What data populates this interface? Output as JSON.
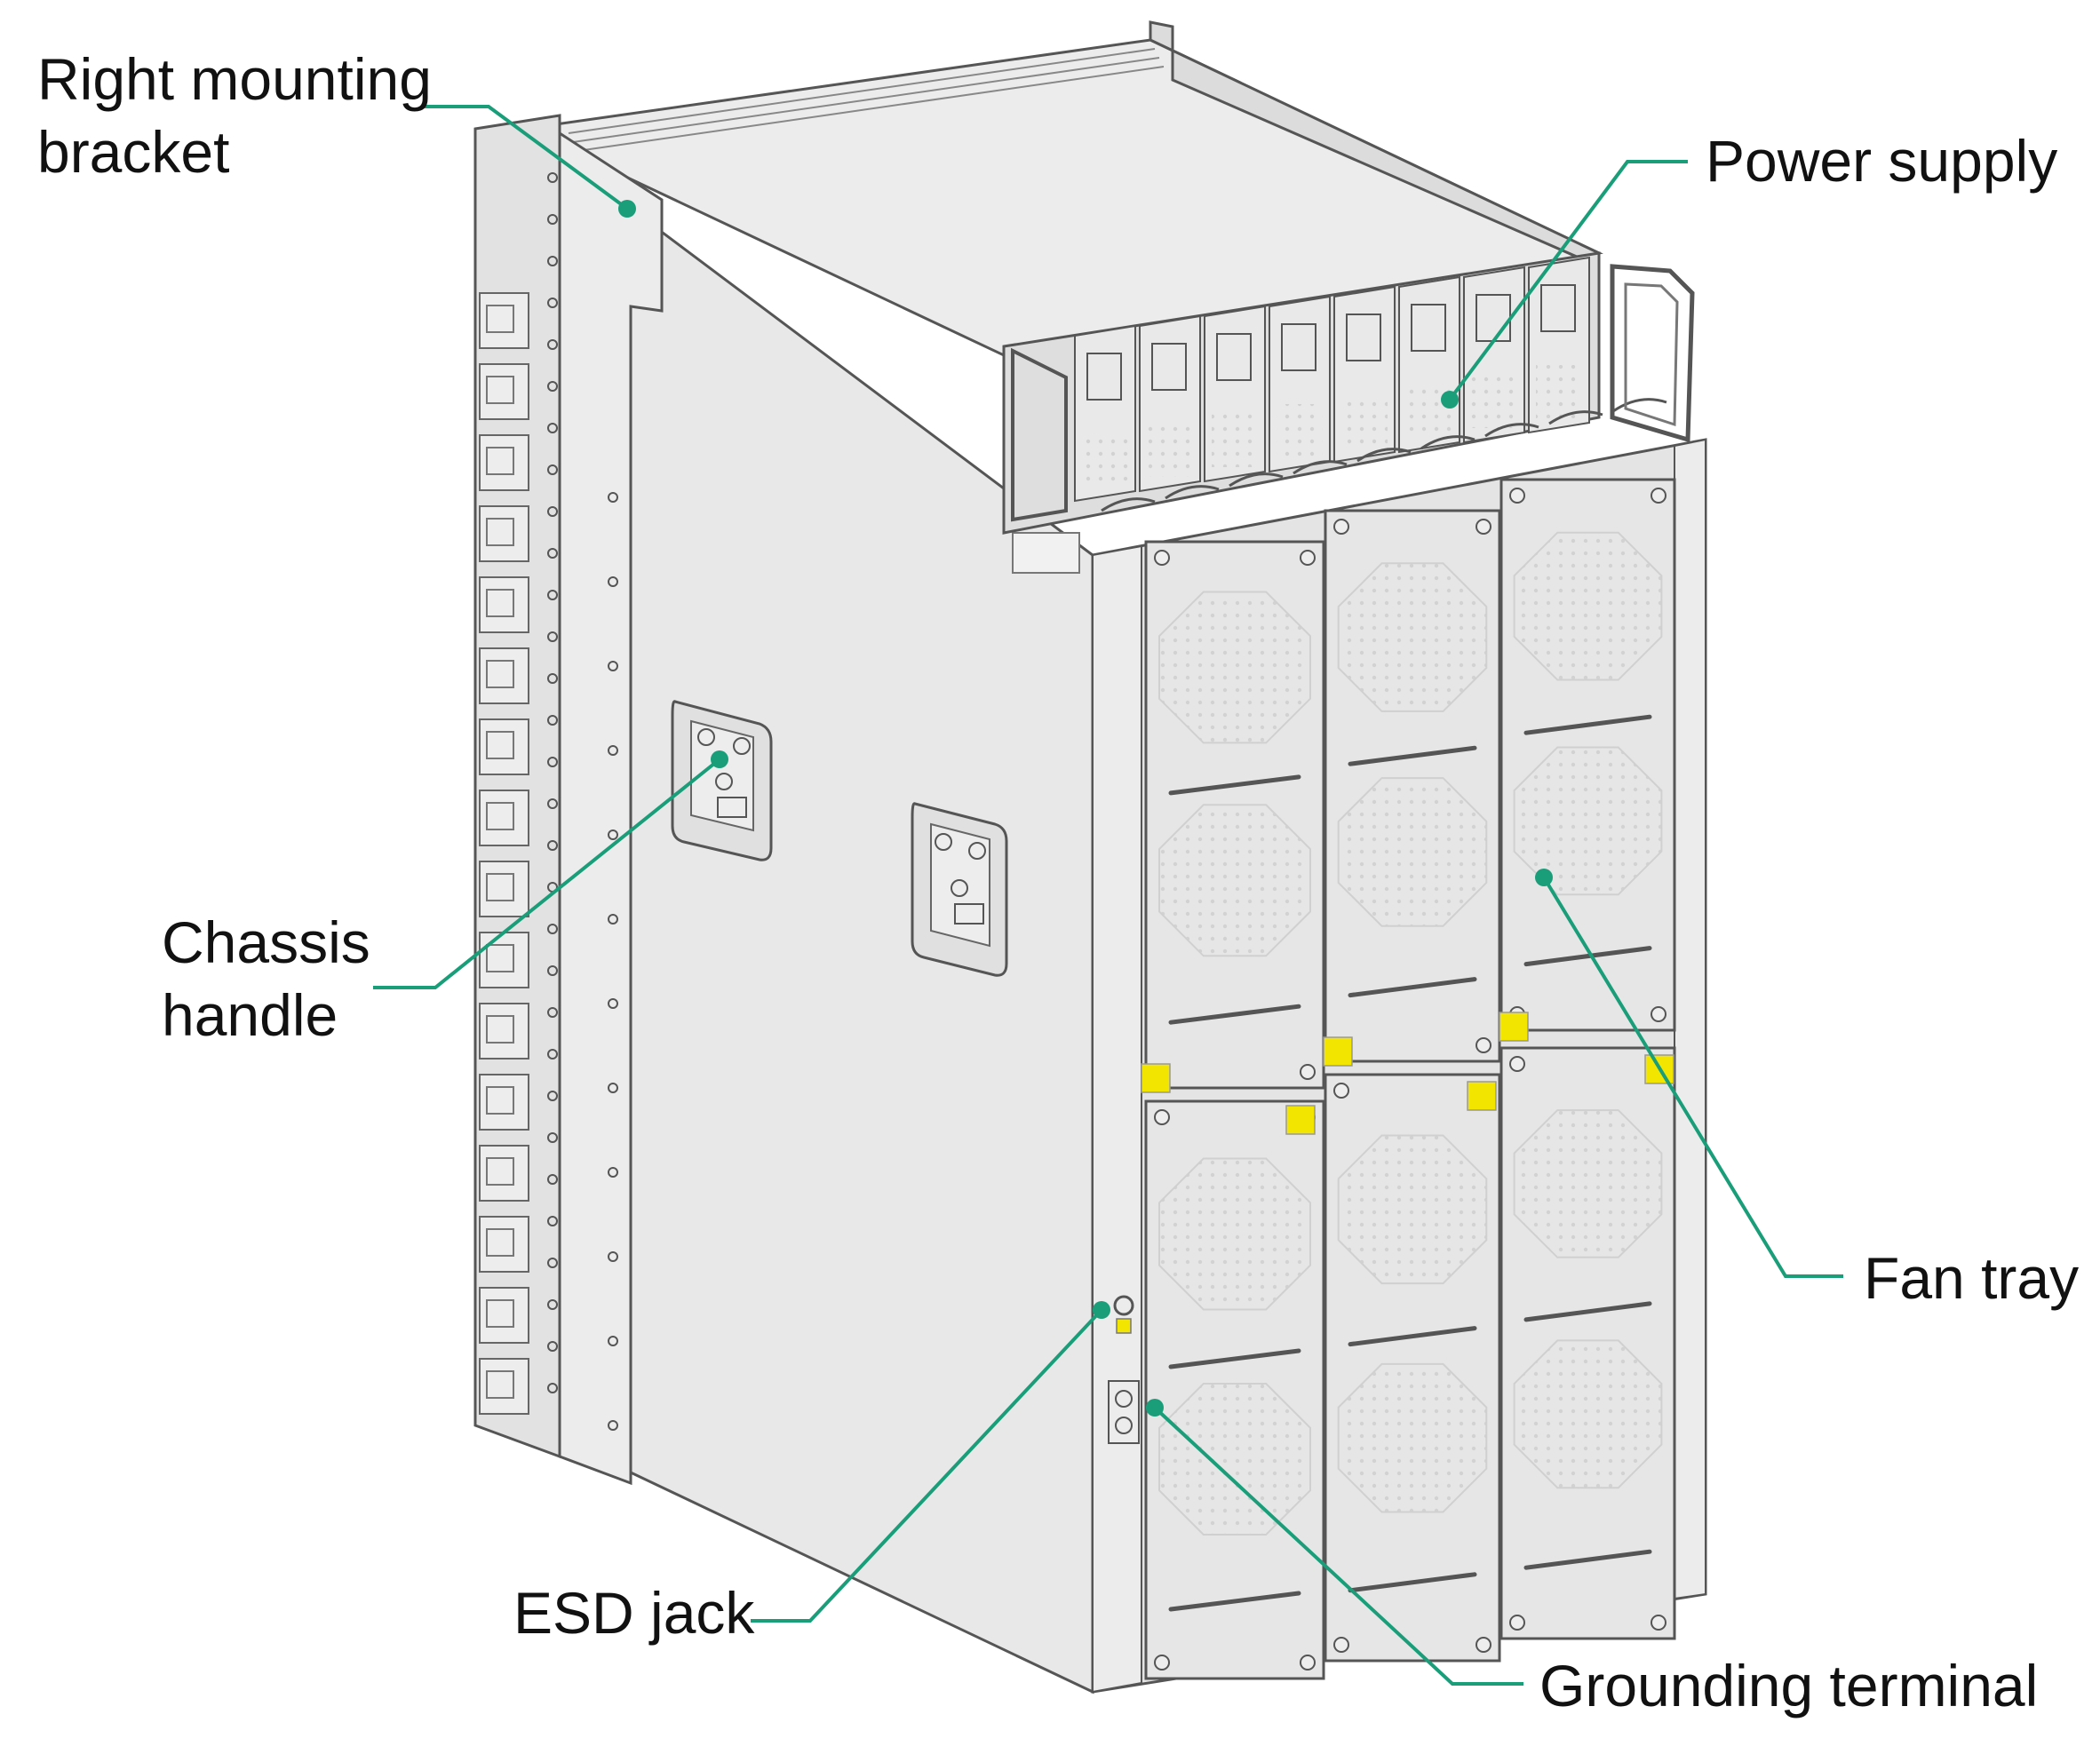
{
  "colors": {
    "leader": "#1a9e7a",
    "outline": "#555555",
    "panel": "#e7e7e7",
    "warning": "#f2e600"
  },
  "callouts": {
    "right_mounting_bracket": {
      "lines": [
        "Right mounting",
        "bracket"
      ]
    },
    "power_supply": {
      "lines": [
        "Power supply"
      ]
    },
    "chassis_handle": {
      "lines": [
        "Chassis",
        "handle"
      ]
    },
    "fan_tray": {
      "lines": [
        "Fan tray"
      ]
    },
    "esd_jack": {
      "lines": [
        "ESD jack"
      ]
    },
    "grounding_terminal": {
      "lines": [
        "Grounding terminal"
      ]
    }
  }
}
